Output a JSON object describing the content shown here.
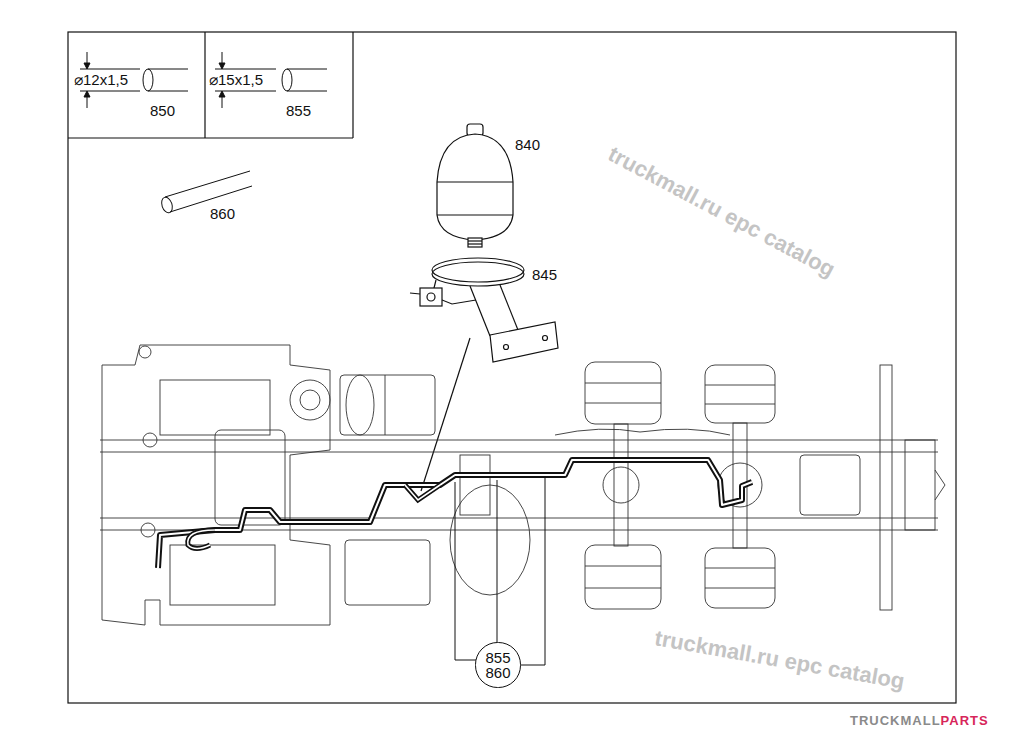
{
  "diagram": {
    "nodes": [
      {
        "text": [
          "855",
          "860"
        ]
      }
    ],
    "labels": [
      "⌀12x1,5",
      "850",
      "⌀15x1,5",
      "855",
      "860",
      "840",
      "845",
      "truckmall.ru epc catalog",
      "truckmall.ru epc catalog",
      "TRUCKMALL",
      "PARTS"
    ]
  }
}
